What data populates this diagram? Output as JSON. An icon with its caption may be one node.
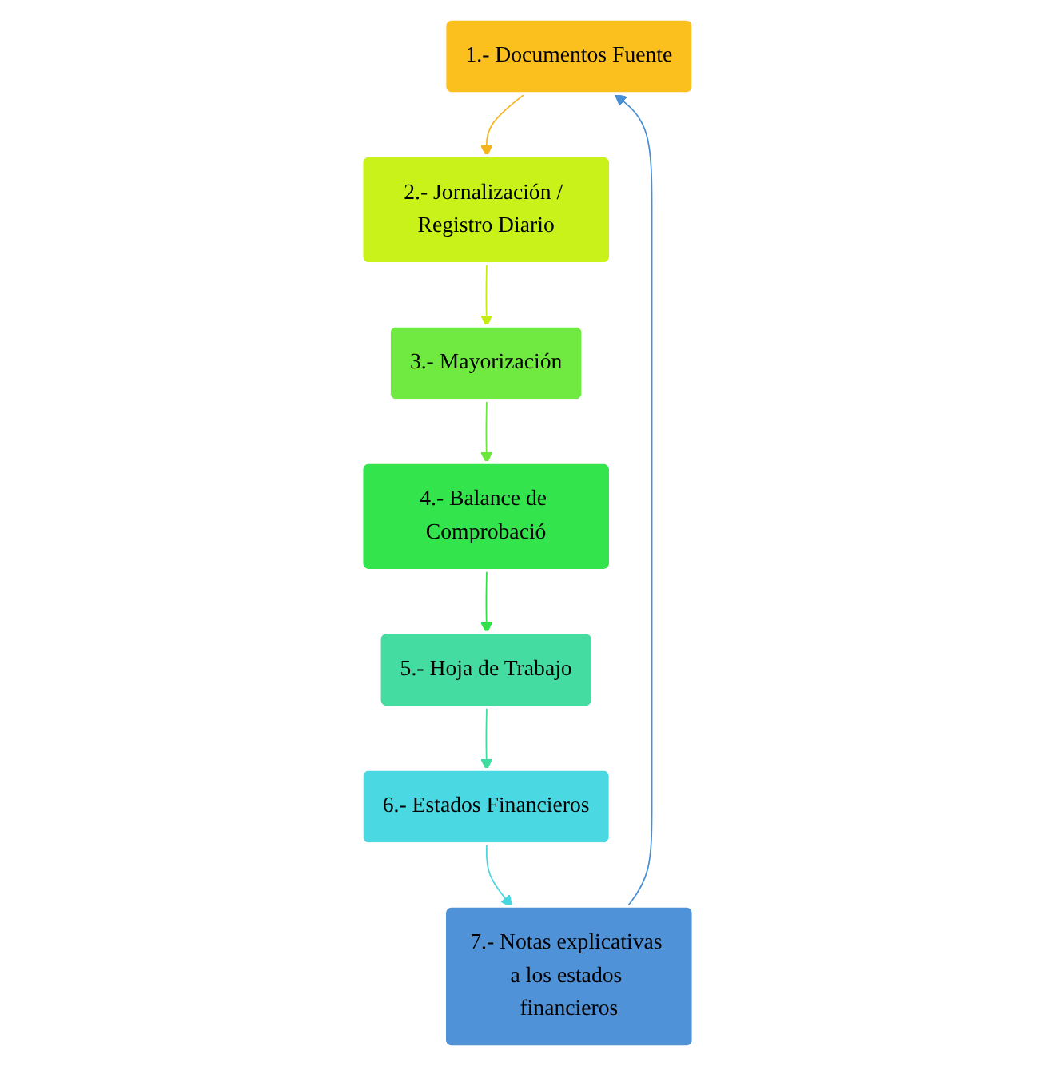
{
  "diagram": {
    "nodes": [
      {
        "text": [
          "1.- Documentos Fuente"
        ]
      },
      {
        "text": [
          "2.- Jornalización / Registro Diario"
        ]
      },
      {
        "text": [
          "3.- Mayorización"
        ]
      },
      {
        "text": [
          "4.- Balance de Comprobació"
        ]
      },
      {
        "text": [
          "5.- Hoja de Trabajo"
        ]
      },
      {
        "text": [
          "6.- Estados Financieros"
        ]
      },
      {
        "text": [
          "7.- Notas explicativas a los estados financieros"
        ]
      }
    ],
    "edges": [
      {
        "from": 6,
        "to": 0,
        "arrow": "to",
        "color": "#4a8fd6"
      },
      {
        "from": 0,
        "to": 1,
        "arrow": "to",
        "color": "#f5b41c"
      },
      {
        "from": 1,
        "to": 2,
        "arrow": "to",
        "color": "#c4ec10"
      },
      {
        "from": 2,
        "to": 3,
        "arrow": "to",
        "color": "#6ce63c"
      },
      {
        "from": 3,
        "to": 4,
        "arrow": "to",
        "color": "#2fe048"
      },
      {
        "from": 4,
        "to": 5,
        "arrow": "to",
        "color": "#3fdca0"
      },
      {
        "from": 5,
        "to": 6,
        "arrow": "to",
        "color": "#48d6e0"
      }
    ]
  }
}
